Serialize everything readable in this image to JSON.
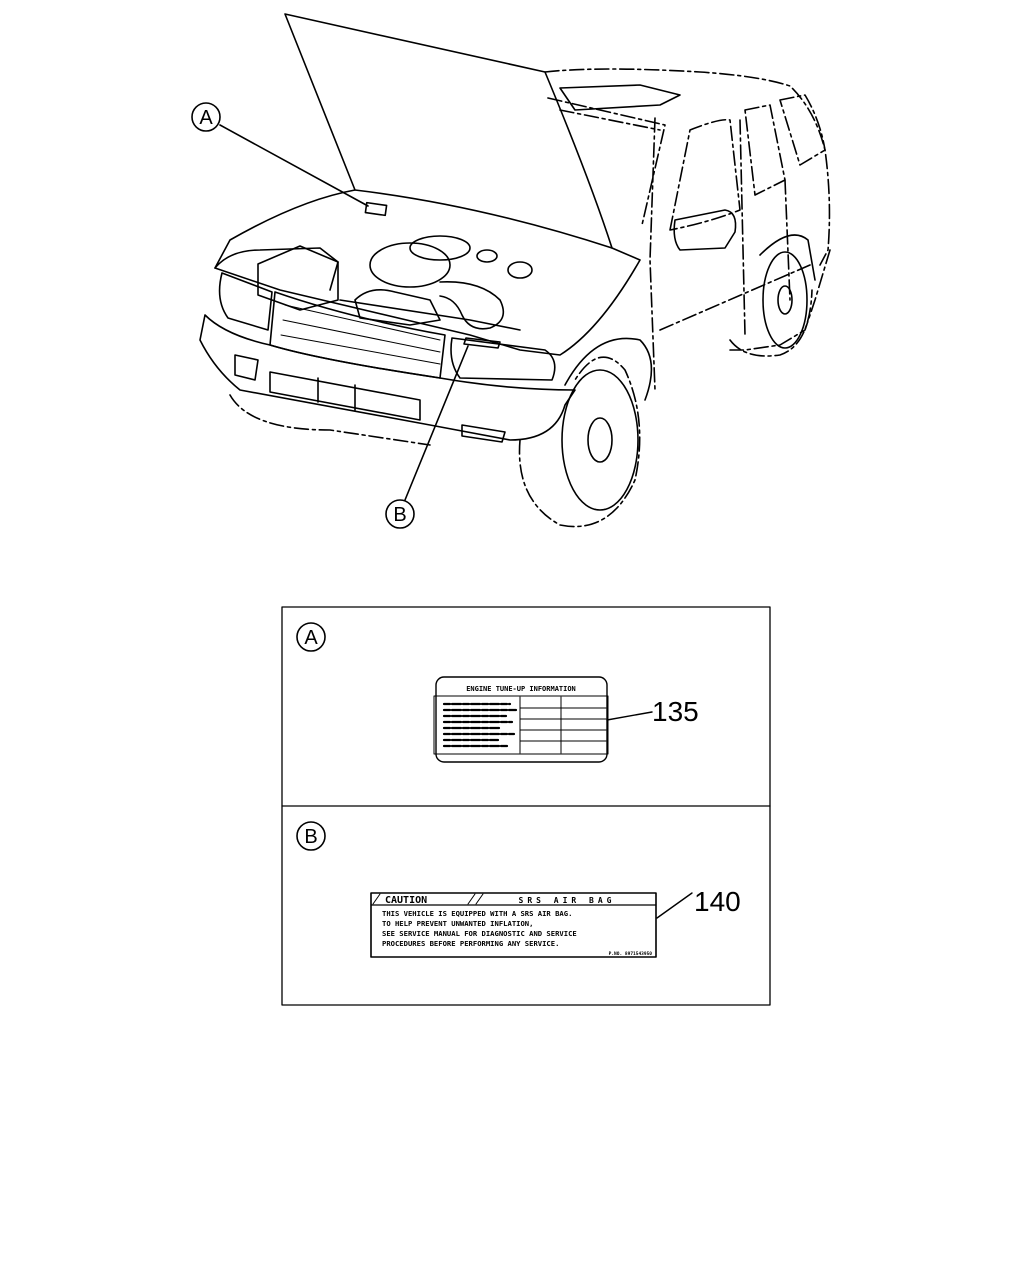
{
  "callouts": {
    "a": "A",
    "b": "B"
  },
  "panels": [
    {
      "letter": "A",
      "part_number": "135",
      "label_title": "ENGINE TUNE-UP INFORMATION"
    },
    {
      "letter": "B",
      "part_number": "140",
      "caution_word": "CAUTION",
      "header_text": "SRS AIR BAG",
      "lines": [
        "THIS VEHICLE IS EQUIPPED WITH A SRS AIR BAG.",
        "TO HELP PREVENT UNWANTED INFLATION,",
        "SEE SERVICE MANUAL FOR DIAGNOSTIC AND SERVICE",
        "PROCEDURES BEFORE PERFORMING ANY SERVICE."
      ],
      "footer_text": "P.NO. 8971543950"
    }
  ]
}
